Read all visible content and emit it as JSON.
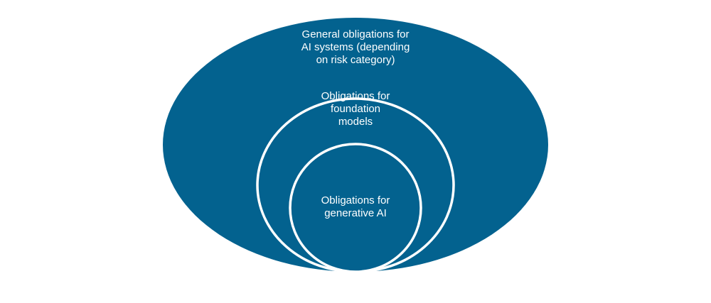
{
  "colors": {
    "fill": "#03628f",
    "stroke": "#ffffff",
    "text": "#ffffff",
    "background": "#ffffff"
  },
  "diagram": {
    "outer": {
      "lines": [
        "General obligations for",
        "AI systems (depending",
        "on risk category)"
      ]
    },
    "middle": {
      "lines": [
        "Obligations for",
        "foundation",
        "models"
      ]
    },
    "inner": {
      "lines": [
        "Obligations for",
        "generative AI"
      ]
    }
  }
}
